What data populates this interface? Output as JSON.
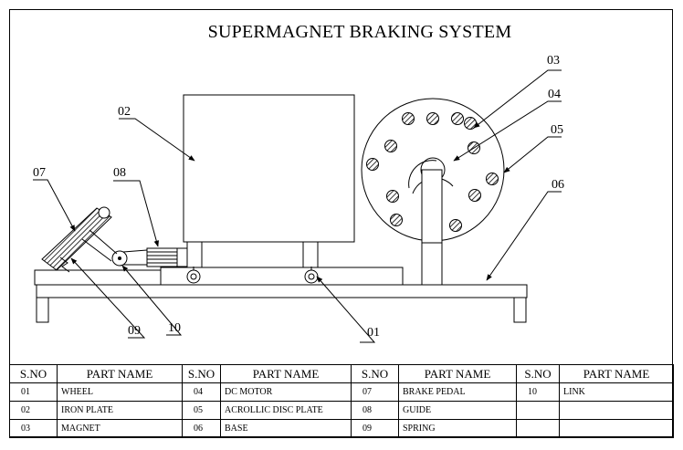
{
  "title": "SUPERMAGNET BRAKING SYSTEM",
  "callouts": [
    "01",
    "02",
    "03",
    "04",
    "05",
    "06",
    "07",
    "08",
    "09",
    "10"
  ],
  "table": {
    "headers": [
      "S.NO",
      "PART NAME",
      "S.NO",
      "PART NAME",
      "S.NO",
      "PART NAME",
      "S.NO",
      "PART NAME"
    ],
    "rows": [
      [
        "01",
        "WHEEL",
        "04",
        "DC MOTOR",
        "07",
        "BRAKE PEDAL",
        "10",
        "LINK"
      ],
      [
        "02",
        "IRON PLATE",
        "05",
        "ACROLLIC DISC PLATE",
        "08",
        "GUIDE",
        "",
        ""
      ],
      [
        "03",
        "MAGNET",
        "06",
        "BASE",
        "09",
        "SPRING",
        "",
        ""
      ]
    ]
  }
}
